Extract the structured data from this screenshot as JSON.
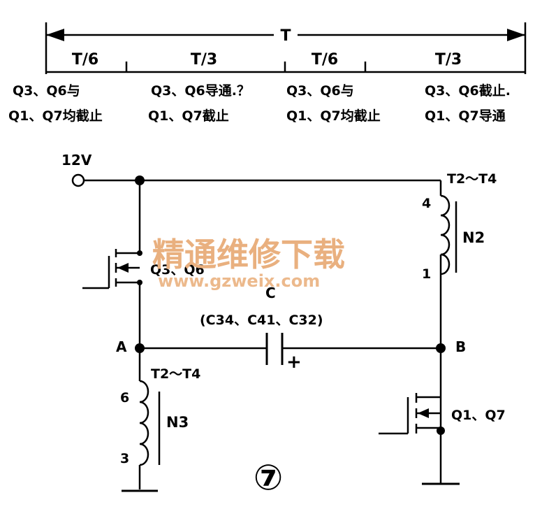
{
  "timing": {
    "period_label": "T",
    "segments": [
      "T/6",
      "T/3",
      "T/6",
      "T/3"
    ],
    "phase_notes": [
      {
        "line1": "Q3、Q6与",
        "line2": "Q1、Q7均截止"
      },
      {
        "line1": "Q3、Q6导通.？",
        "line2": "Q1、Q7截止"
      },
      {
        "line1": "Q3、Q6与",
        "line2": "Q1、Q7均截止"
      },
      {
        "line1": "Q3、Q6截止.",
        "line2": "Q1、Q7导通"
      }
    ]
  },
  "circuit": {
    "supply": "12V",
    "transformer_top": "T2～T4",
    "winding_n2": "N2",
    "pin_4": "4",
    "pin_1": "1",
    "transistor_upper": "Q3、Q6",
    "transistor_lower": "Q1、Q7",
    "capacitor_name": "C",
    "capacitor_refs": "(C34、C41、C32)",
    "capacitor_polarity": "+",
    "node_a": "A",
    "node_b": "B",
    "transformer_bottom": "T2～T4",
    "winding_n3": "N3",
    "pin_6": "6",
    "pin_3": "3"
  },
  "figure_number": "⑦",
  "watermark": {
    "text_cn": "精通维修下载",
    "url": "www.gzweix.com"
  }
}
